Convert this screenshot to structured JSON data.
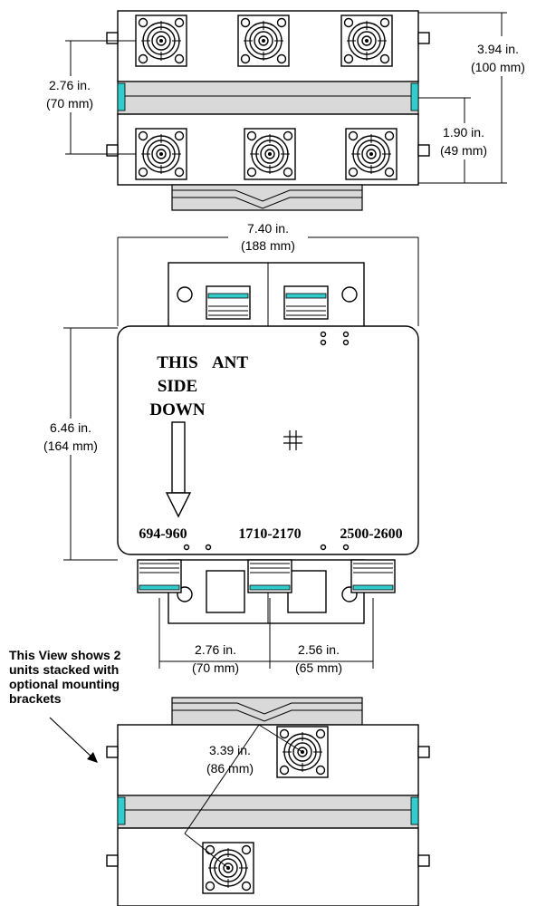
{
  "diagram": {
    "top_view": {
      "height_dim": [
        "3.94 in.",
        "(100 mm)"
      ],
      "spacing_dim": [
        "2.76 in.",
        "(70 mm)"
      ],
      "lower_dim": [
        "1.90 in.",
        "(49 mm)"
      ]
    },
    "front_view": {
      "width_dim": [
        "7.40 in.",
        "(188 mm)"
      ],
      "height_dim": [
        "6.46 in.",
        "(164 mm)"
      ],
      "ant_label": "ANT",
      "orientation_label": [
        "THIS",
        "SIDE",
        "DOWN"
      ],
      "port_labels": [
        "694-960",
        "1710-2170",
        "2500-2600"
      ],
      "port_spacing_1": [
        "2.76 in.",
        "(70 mm)"
      ],
      "port_spacing_2": [
        "2.56 in.",
        "(65 mm)"
      ]
    },
    "stacked_view": {
      "note": [
        "This View shows 2",
        "units stacked with",
        "optional mounting",
        "brackets"
      ],
      "offset_dim": [
        "3.39 in.",
        "(86 mm)"
      ]
    }
  },
  "colors": {
    "accent": "#33cccc",
    "line": "#000000",
    "fill": "#ffffff",
    "shade": "#d9d9d9"
  },
  "icons": [
    "connector-icon",
    "arrow-down-icon",
    "mounting-hole-icon"
  ]
}
